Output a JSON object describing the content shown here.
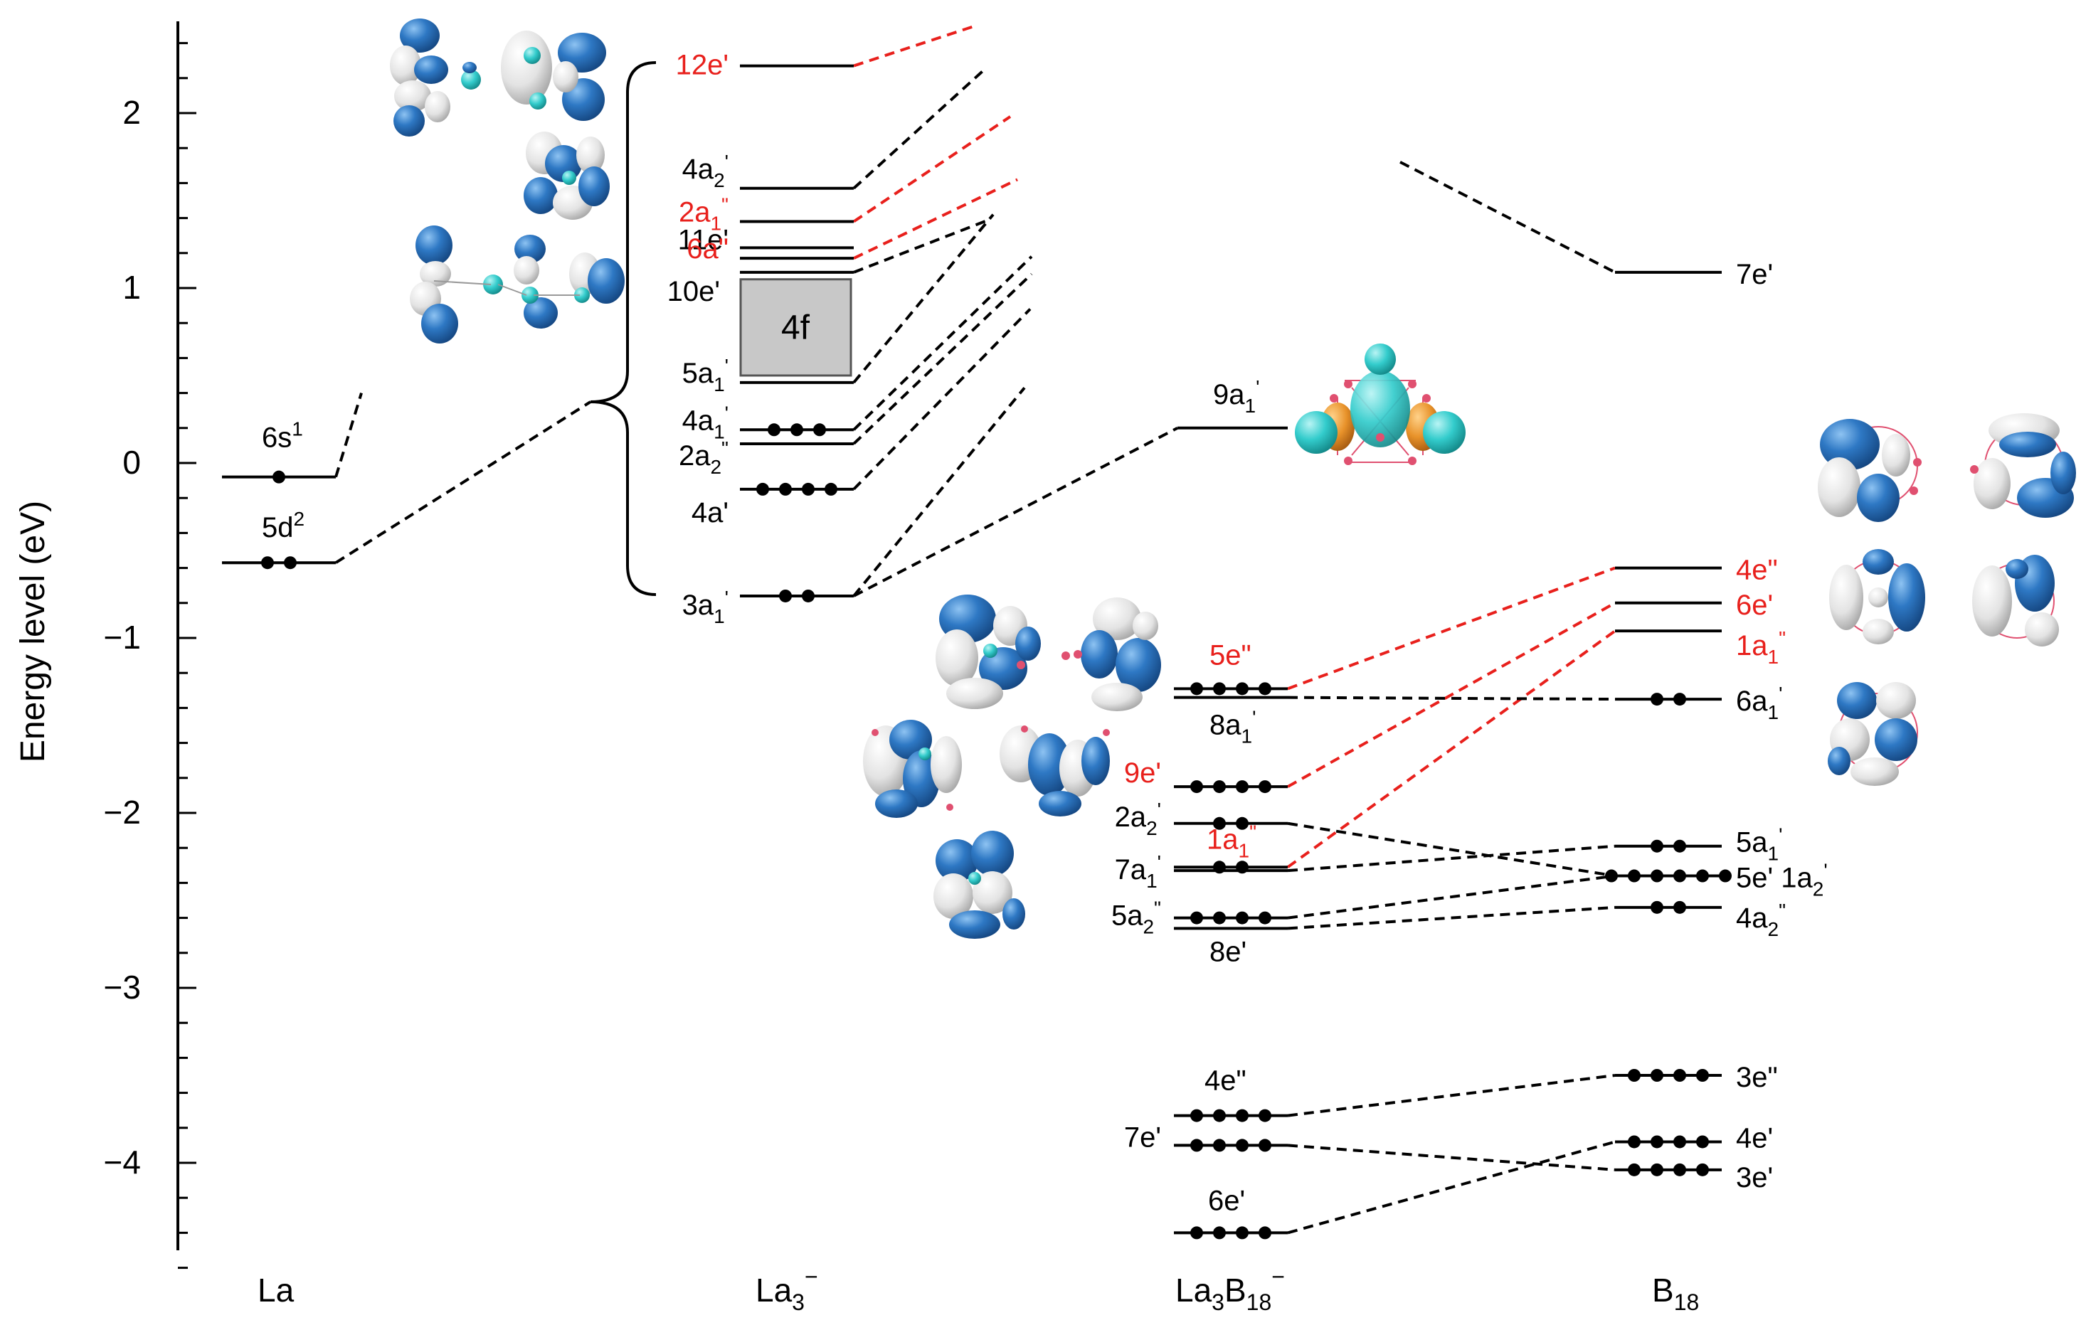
{
  "colors": {
    "ink": "#000000",
    "highlight": "#e8201c",
    "orbital_blue": "#2e78c4",
    "orbital_white": "#e8e8e8",
    "atom_teal": "#33cccc",
    "atom_pink": "#e05070",
    "orange": "#e8922a",
    "band_fill": "#c8c8c8"
  },
  "axis": {
    "label": "Energy level (eV)",
    "tick_labels": [
      "2",
      "1",
      "0",
      "−4",
      "−3",
      "−2",
      "−1"
    ]
  },
  "columns": {
    "la": "La",
    "la3_base": "La",
    "la3_sub": "3",
    "la3_sup": "−",
    "la3b18_base": "La",
    "la3b18_sub1": "3",
    "la3b18_mid": "B",
    "la3b18_sub2": "18",
    "la3b18_sup": "−",
    "b18_base": "B",
    "b18_sub": "18"
  },
  "band_label": "4f",
  "chart_data": {
    "type": "energy-level-diagram",
    "y_axis": {
      "label": "Energy level (eV)",
      "range": [
        -4.5,
        2.5
      ],
      "ticks": [
        -4,
        -3,
        -2,
        -1,
        0,
        1,
        2
      ],
      "minor_step": 0.2
    },
    "columns": [
      "La",
      "La3−",
      "La3B18−",
      "B18"
    ],
    "levels": [
      {
        "col": "La",
        "label": "6s1",
        "main": "6s",
        "sup": "1",
        "sub": "",
        "energy": -0.08,
        "electrons": 1,
        "highlight": false
      },
      {
        "col": "La",
        "label": "5d2",
        "main": "5d",
        "sup": "2",
        "sub": "",
        "energy": -0.57,
        "electrons": 2,
        "highlight": false
      },
      {
        "col": "La3-",
        "label": "12e'",
        "main": "12e'",
        "sup": "",
        "sub": "",
        "energy": 2.27,
        "electrons": 0,
        "highlight": true
      },
      {
        "col": "La3-",
        "label": "4a2'",
        "main": "4a",
        "sub": "2",
        "sup": "'",
        "energy": 1.57,
        "electrons": 0,
        "highlight": false
      },
      {
        "col": "La3-",
        "label": "2a1\"",
        "main": "2a",
        "sub": "1",
        "sup": "\"",
        "energy": 1.38,
        "electrons": 0,
        "highlight": true
      },
      {
        "col": "La3-",
        "label": "11e'",
        "main": "11e'",
        "sup": "",
        "sub": "",
        "energy": 1.23,
        "electrons": 0,
        "highlight": false
      },
      {
        "col": "La3-",
        "label": "6a\"",
        "main": "6a\"",
        "sup": "",
        "sub": "",
        "energy": 1.17,
        "electrons": 0,
        "highlight": true
      },
      {
        "col": "La3-",
        "label": "10e'",
        "main": "10e'",
        "sup": "",
        "sub": "",
        "energy": 1.09,
        "electrons": 0,
        "highlight": false
      },
      {
        "col": "La3-",
        "label": "5a1'",
        "main": "5a",
        "sub": "1",
        "sup": "'",
        "energy": 0.46,
        "electrons": 0,
        "highlight": false
      },
      {
        "col": "La3-",
        "label": "4a1'",
        "main": "4a",
        "sub": "1",
        "sup": "'",
        "energy": 0.19,
        "electrons": 3,
        "highlight": false
      },
      {
        "col": "La3-",
        "label": "2a2\"",
        "main": "2a",
        "sub": "2",
        "sup": "\"",
        "energy": 0.11,
        "electrons": 0,
        "highlight": false
      },
      {
        "col": "La3-",
        "label": "4a'",
        "main": "4a'",
        "sup": "",
        "sub": "",
        "energy": -0.15,
        "electrons": 4,
        "highlight": false
      },
      {
        "col": "La3-",
        "label": "3a1'",
        "main": "3a",
        "sub": "1",
        "sup": "'",
        "energy": -0.76,
        "electrons": 2,
        "highlight": false
      },
      {
        "col": "La3B18-",
        "label": "9a1'",
        "main": "9a",
        "sub": "1",
        "sup": "'",
        "energy": 0.2,
        "electrons": 0,
        "highlight": false
      },
      {
        "col": "La3B18-",
        "label": "5e\"",
        "main": "5e\"",
        "sup": "",
        "sub": "",
        "energy": -1.29,
        "electrons": 4,
        "highlight": true
      },
      {
        "col": "La3B18-",
        "label": "8a1'",
        "main": "8a",
        "sub": "1",
        "sup": "'",
        "energy": -1.34,
        "electrons": 0,
        "highlight": false
      },
      {
        "col": "La3B18-",
        "label": "9e'",
        "main": "9e'",
        "sup": "",
        "sub": "",
        "energy": -1.85,
        "electrons": 4,
        "highlight": true
      },
      {
        "col": "La3B18-",
        "label": "2a2'",
        "main": "2a",
        "sub": "2",
        "sup": "'",
        "energy": -2.06,
        "electrons": 2,
        "highlight": false
      },
      {
        "col": "La3B18-",
        "label": "1a1\"",
        "main": "1a",
        "sub": "1",
        "sup": "\"",
        "energy": -2.31,
        "electrons": 2,
        "highlight": true
      },
      {
        "col": "La3B18-",
        "label": "7a1'",
        "main": "7a",
        "sub": "1",
        "sup": "'",
        "energy": -2.33,
        "electrons": 0,
        "highlight": false
      },
      {
        "col": "La3B18-",
        "label": "5a2\"",
        "main": "5a",
        "sub": "2",
        "sup": "\"",
        "energy": -2.6,
        "electrons": 4,
        "highlight": false
      },
      {
        "col": "La3B18-",
        "label": "8e'",
        "main": "8e'",
        "sup": "",
        "sub": "",
        "energy": -2.66,
        "electrons": 0,
        "highlight": false
      },
      {
        "col": "La3B18-",
        "label": "4e\"",
        "main": "4e\"",
        "sup": "",
        "sub": "",
        "energy": -3.73,
        "electrons": 4,
        "highlight": false
      },
      {
        "col": "La3B18-",
        "label": "7e'",
        "main": "7e'",
        "sup": "",
        "sub": "",
        "energy": -3.9,
        "electrons": 4,
        "highlight": false
      },
      {
        "col": "La3B18-",
        "label": "6e'",
        "main": "6e'",
        "sup": "",
        "sub": "",
        "energy": -4.4,
        "electrons": 4,
        "highlight": false
      },
      {
        "col": "B18",
        "label": "7e'",
        "main": "7e'",
        "sup": "",
        "sub": "",
        "energy": 1.09,
        "electrons": 0,
        "highlight": false
      },
      {
        "col": "B18",
        "label": "4e\"",
        "main": "4e\"",
        "sup": "",
        "sub": "",
        "energy": -0.6,
        "electrons": 0,
        "highlight": true
      },
      {
        "col": "B18",
        "label": "6e'",
        "main": "6e'",
        "sup": "",
        "sub": "",
        "energy": -0.8,
        "electrons": 0,
        "highlight": true
      },
      {
        "col": "B18",
        "label": "1a1\"",
        "main": "1a",
        "sub": "1",
        "sup": "\"",
        "energy": -0.96,
        "electrons": 0,
        "highlight": true
      },
      {
        "col": "B18",
        "label": "6a1'",
        "main": "6a",
        "sub": "1",
        "sup": "'",
        "energy": -1.35,
        "electrons": 2,
        "highlight": false
      },
      {
        "col": "B18",
        "label": "5a1'",
        "main": "5a",
        "sub": "1",
        "sup": "'",
        "energy": -2.19,
        "electrons": 2,
        "highlight": false
      },
      {
        "col": "B18",
        "label": "5e' 1a2'",
        "main": "5e' 1a",
        "sub": "2",
        "sup": "'",
        "energy": -2.36,
        "electrons": 6,
        "highlight": false
      },
      {
        "col": "B18",
        "label": "4a2\"",
        "main": "4a",
        "sub": "2",
        "sup": "\"",
        "energy": -2.54,
        "electrons": 2,
        "highlight": false
      },
      {
        "col": "B18",
        "label": "3e\"",
        "main": "3e\"",
        "sup": "",
        "sub": "",
        "energy": -3.5,
        "electrons": 4,
        "highlight": false
      },
      {
        "col": "B18",
        "label": "4e'",
        "main": "4e'",
        "sup": "",
        "sub": "",
        "energy": -3.88,
        "electrons": 4,
        "highlight": false
      },
      {
        "col": "B18",
        "label": "3e'",
        "main": "3e'",
        "sup": "",
        "sub": "",
        "energy": -4.04,
        "electrons": 4,
        "highlight": false
      }
    ],
    "band": {
      "col": "La3-",
      "label": "4f",
      "energy_range": [
        0.5,
        1.05
      ]
    }
  }
}
